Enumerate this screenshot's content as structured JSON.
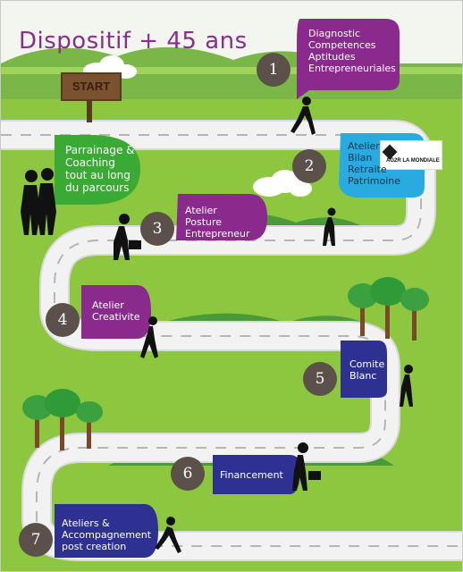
{
  "title": "Dispositif + 45 ans",
  "start_sign": "START",
  "logo_text": "AG2R LA MONDIALE",
  "steps": [
    {
      "number": "1",
      "lines": [
        "Diagnostic",
        "Competences",
        "Aptitudes",
        "Entrepreneuriales"
      ]
    },
    {
      "number": "2",
      "lines": [
        "Atelier",
        "Bilan",
        "Retraite",
        "Patrimoine"
      ]
    },
    {
      "number": "3",
      "lines": [
        "Atelier",
        "Posture",
        "Entrepreneur"
      ]
    },
    {
      "number": "4",
      "lines": [
        "Atelier",
        "Creativite"
      ]
    },
    {
      "number": "5",
      "lines": [
        "Comite",
        "Blanc"
      ]
    },
    {
      "number": "6",
      "lines": [
        "Financement"
      ]
    },
    {
      "number": "7",
      "lines": [
        "Ateliers &",
        "Accompagnement",
        "post creation"
      ]
    }
  ],
  "coaching": {
    "lines": [
      "Parrainage &",
      "Coaching",
      "tout au long",
      "du parcours"
    ]
  },
  "colors": {
    "title": "#8a2e8c",
    "grass": "#8dc63f",
    "road": "#f2f2f2",
    "purple_bubble": "#8a2a8c",
    "blue_bubble": "#29abe2",
    "navy_bubble": "#2e3192",
    "green_bubble": "#3aaa35",
    "number_circle": "#5b504a"
  },
  "icons": [
    "walking-person-icon",
    "businessman-briefcase-icon",
    "two-men-icon",
    "tree-icon",
    "cloud-icon",
    "signpost-icon"
  ]
}
